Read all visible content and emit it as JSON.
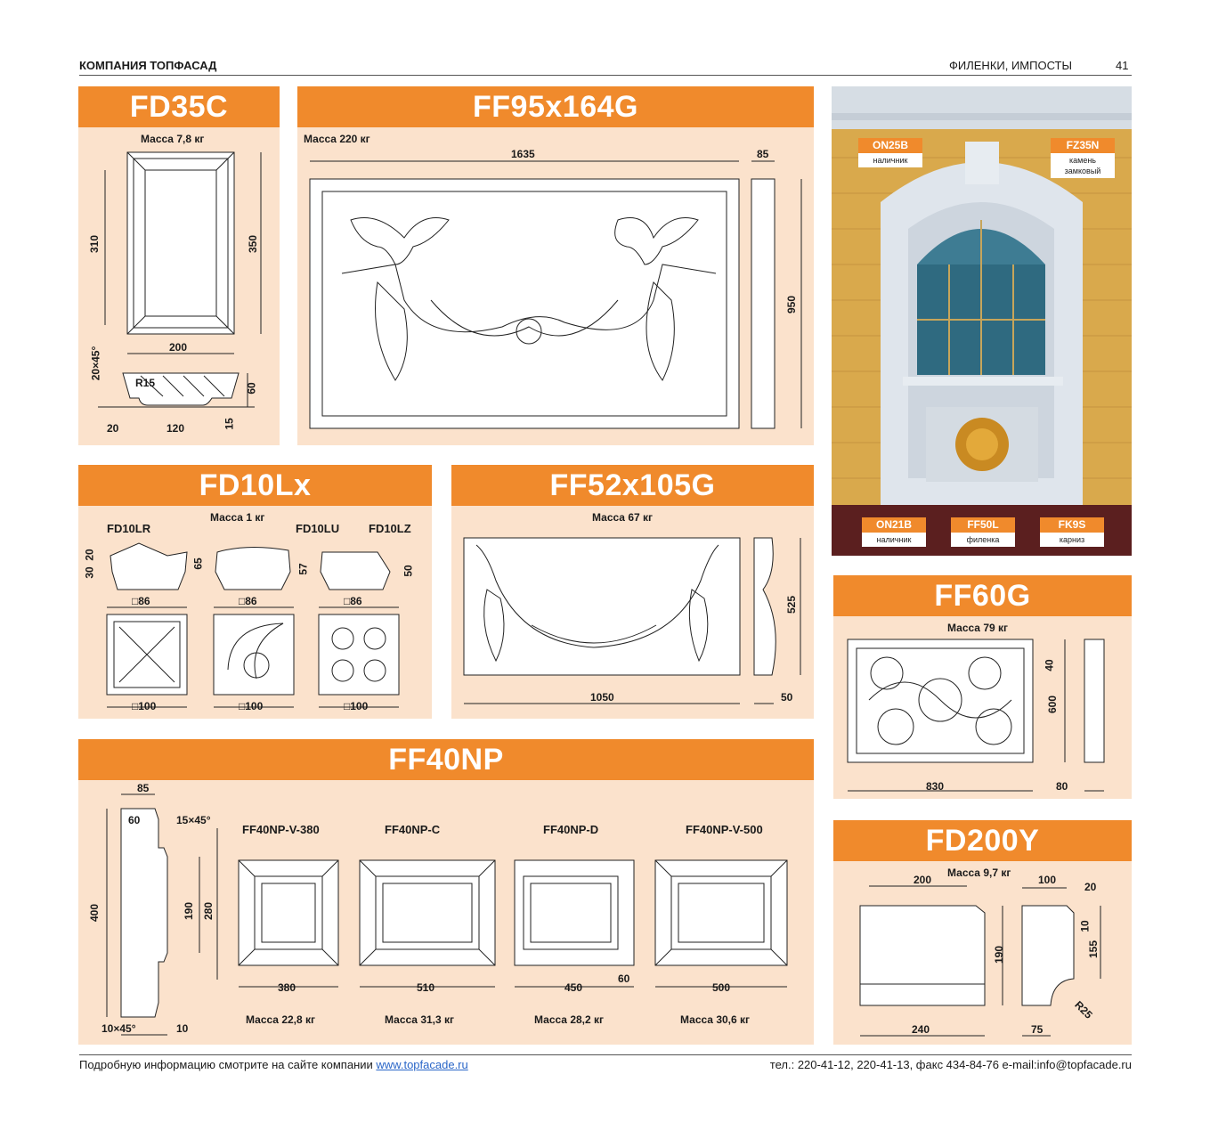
{
  "header": {
    "company": "КОМПАНИЯ ТОПФАСАД",
    "section": "ФИЛЕНКИ, ИМПОСТЫ",
    "page_number": "41"
  },
  "colors": {
    "accent": "#f08a2c",
    "panel_bg": "#fbe2cc"
  },
  "panels": {
    "fd35c": {
      "title": "FD35C",
      "mass": "Масса 7,8 кг",
      "dims": {
        "w200": "200",
        "h310": "310",
        "h350": "350",
        "angle": "20×45°",
        "r15": "R15",
        "h60": "60",
        "h15": "15",
        "w20": "20",
        "w120": "120"
      }
    },
    "ff95": {
      "title": "FF95x164G",
      "mass": "Масса 220 кг",
      "dims": {
        "w1635": "1635",
        "w85": "85",
        "h950": "950"
      }
    },
    "fd10": {
      "title": "FD10Lx",
      "mass": "Масса 1 кг",
      "variants": [
        "FD10LR",
        "FD10LU",
        "FD10LZ"
      ],
      "dims": {
        "h30": "30",
        "h20": "20",
        "h65": "65",
        "h57": "57",
        "h50": "50",
        "sq86": "□86",
        "sq100": "□100"
      }
    },
    "ff52": {
      "title": "FF52x105G",
      "mass": "Масса 67 кг",
      "dims": {
        "w1050": "1050",
        "h525": "525",
        "w50": "50"
      }
    },
    "ff60": {
      "title": "FF60G",
      "mass": "Масса 79 кг",
      "dims": {
        "w830": "830",
        "h600": "600",
        "h40": "40",
        "w80": "80"
      }
    },
    "fd200": {
      "title": "FD200Y",
      "mass": "Масса 9,7 кг",
      "dims": {
        "w200": "200",
        "w100": "100",
        "w20": "20",
        "h10": "10",
        "h155": "155",
        "h190": "190",
        "w240": "240",
        "w75": "75",
        "r25": "R25"
      }
    },
    "ff40": {
      "title": "FF40NP",
      "dims": {
        "w85": "85",
        "w60": "60",
        "chamfer": "15×45°",
        "h400": "400",
        "h190": "190",
        "h280": "280",
        "bottom_chamfer": "10×45°",
        "w10": "10"
      },
      "items": [
        {
          "code": "FF40NP-V-380",
          "width": "380",
          "mass": "Масса 22,8 кг"
        },
        {
          "code": "FF40NP-C",
          "width": "510",
          "mass": "Масса 31,3 кг"
        },
        {
          "code": "FF40NP-D",
          "width": "450",
          "mass": "Масса 28,2 кг",
          "extra": "60"
        },
        {
          "code": "FF40NP-V-500",
          "width": "500",
          "mass": "Масса 30,6 кг"
        }
      ]
    }
  },
  "photo_tags": [
    {
      "code": "ON25B",
      "desc": "наличник"
    },
    {
      "code": "FZ35N",
      "desc": "камень замковый"
    },
    {
      "code": "ON21B",
      "desc": "наличник"
    },
    {
      "code": "FF50L",
      "desc": "филенка"
    },
    {
      "code": "FK9S",
      "desc": "карниз"
    }
  ],
  "footer": {
    "left_text": "Подробную информацию смотрите на сайте компании",
    "link": "www.topfacade.ru",
    "right_text": "тел.: 220-41-12, 220-41-13, факс 434-84-76 e-mail:info@topfacade.ru"
  }
}
